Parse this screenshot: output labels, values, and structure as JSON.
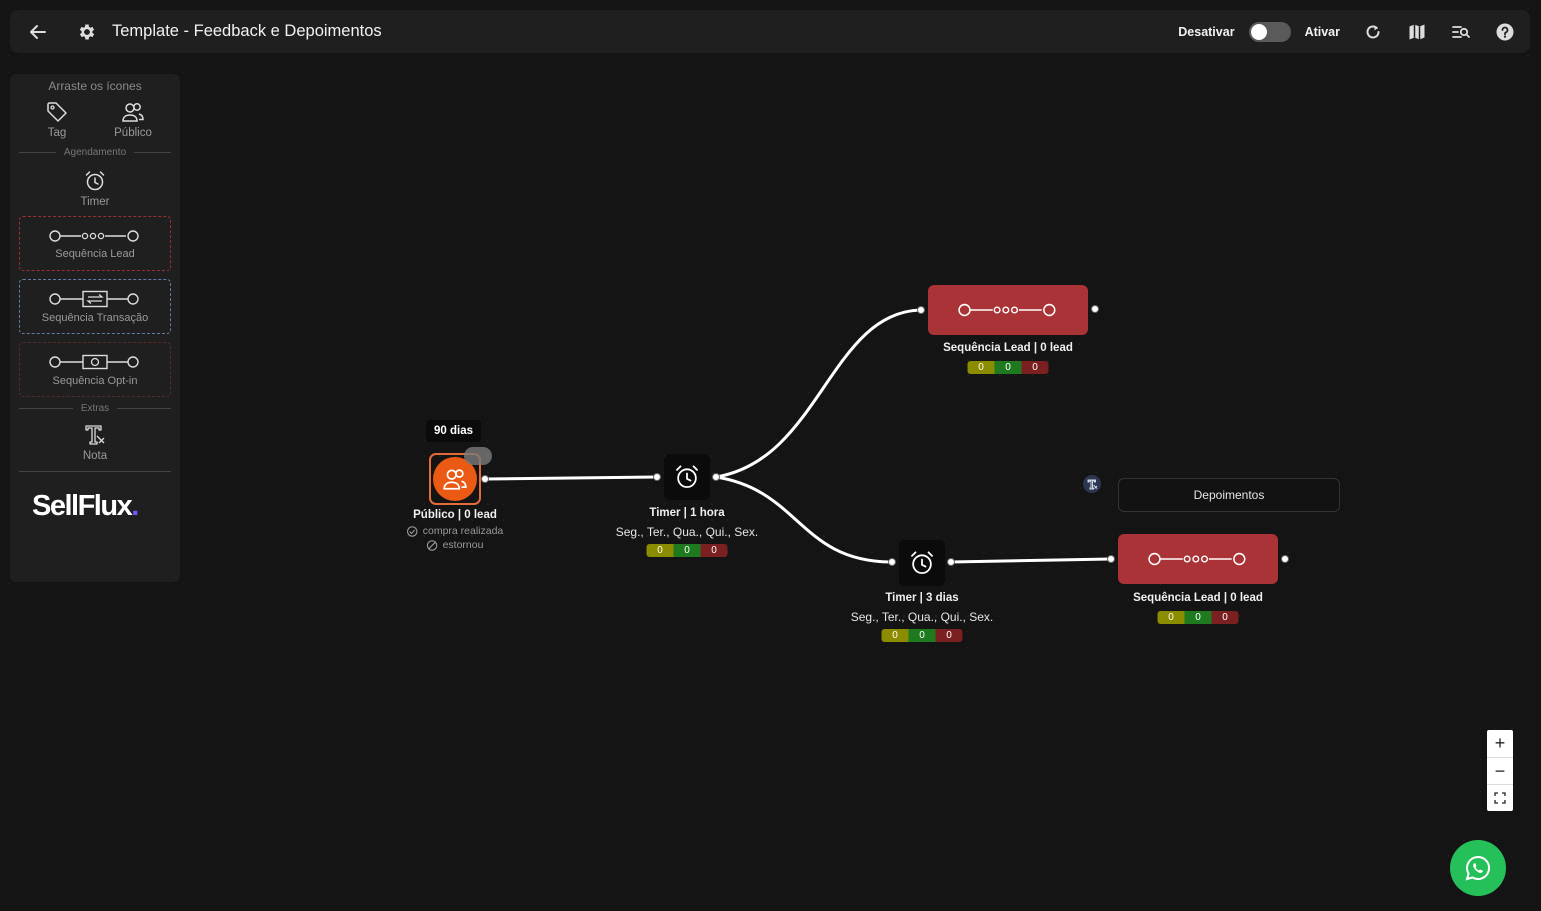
{
  "header": {
    "title": "Template - Feedback e Depoimentos",
    "toggle_off_label": "Desativar",
    "toggle_on_label": "Ativar",
    "icons": [
      "arrow-left-icon",
      "gear-icon",
      "refresh-icon",
      "map-icon",
      "search-list-icon",
      "help-icon"
    ]
  },
  "sidebar": {
    "drag_hint": "Arraste os ícones",
    "tag_label": "Tag",
    "publico_label": "Público",
    "section_agendamento": "Agendamento",
    "timer_label": "Timer",
    "seq_lead_label": "Sequência Lead",
    "seq_trans_label": "Sequência Transação",
    "seq_opt_label": "Sequência Opt-in",
    "section_extras": "Extras",
    "nota_label": "Nota",
    "logo_text": "SellFlux",
    "logo_dot": "."
  },
  "nodes": {
    "publico": {
      "tooltip": "90 dias",
      "label": "Público | 0 lead",
      "cond1": "compra realizada",
      "cond2": "estornou"
    },
    "timer1": {
      "label": "Timer | 1 hora",
      "days": "Seg., Ter., Qua., Qui., Sex.",
      "stats": [
        "0",
        "0",
        "0"
      ]
    },
    "seq1": {
      "label": "Sequência Lead | 0 lead",
      "stats": [
        "0",
        "0",
        "0"
      ]
    },
    "timer2": {
      "label": "Timer | 3 dias",
      "days": "Seg., Ter., Qua., Qui., Sex.",
      "stats": [
        "0",
        "0",
        "0"
      ]
    },
    "seq2": {
      "label": "Sequência Lead | 0 lead",
      "stats": [
        "0",
        "0",
        "0"
      ]
    },
    "note": {
      "text": "Depoimentos"
    }
  },
  "zoom": {
    "plus": "+",
    "minus": "−"
  },
  "colors": {
    "accent_orange": "#ea5a14",
    "sequence_red": "#a93336",
    "stat_yellow": "#8c8c00",
    "stat_green": "#1f7a1f",
    "stat_red": "#7a2020",
    "whatsapp_green": "#25c05a"
  }
}
